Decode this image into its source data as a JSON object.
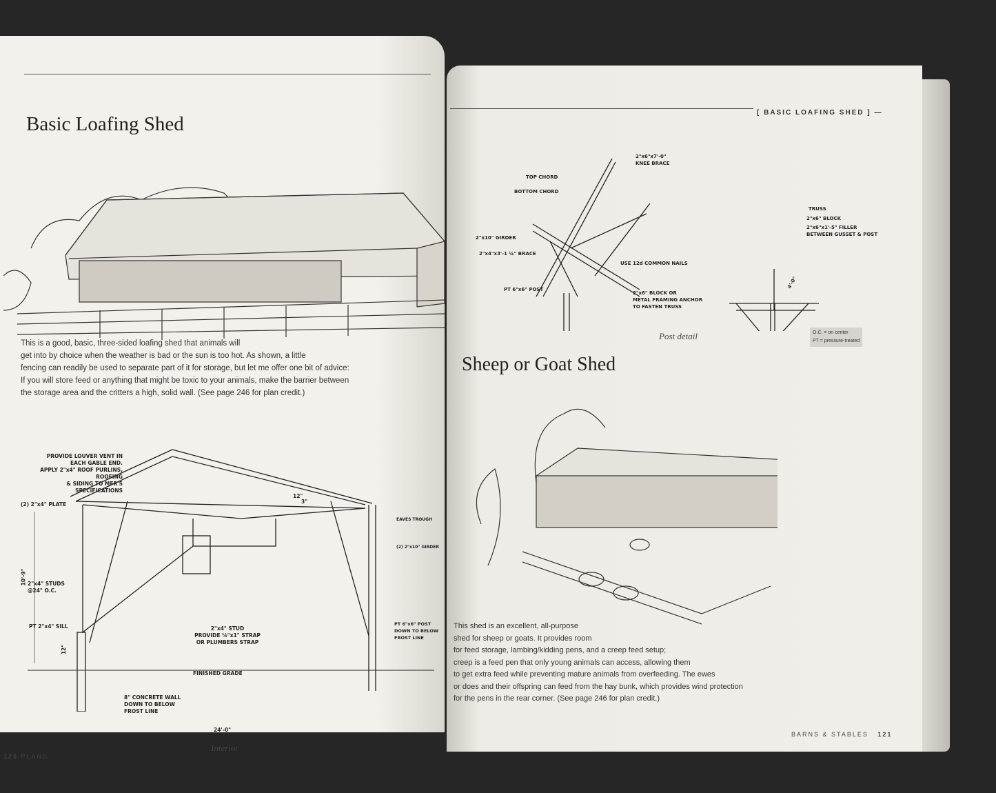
{
  "left_page": {
    "title": "Basic Loafing Shed",
    "body": [
      "This is a good, basic, three-sided loafing shed that animals will",
      "get into by choice when the weather is bad or the sun is too hot. As shown, a little",
      "fencing can readily be used to separate part of it for storage, but let me offer one bit of advice:",
      "If you will store feed or anything that might be toxic to your animals, make the barrier between",
      "the storage area and the critters a high, solid wall. (See page 246 for plan credit.)"
    ],
    "diagram_labels": {
      "louver": [
        "PROVIDE LOUVER VENT IN",
        "EACH GABLE END.",
        "APPLY 2\"x4\" ROOF PURLINS, ROOFING",
        "& SIDING TO MFR'S SPECIFICATIONS"
      ],
      "plate": "(2) 2\"x4\" PLATE",
      "pitch_run": "12\"",
      "pitch_rise": "3\"",
      "eaves": "EAVES TROUGH",
      "girder": "(2) 2\"x10\" GIRDER",
      "studs": [
        "2\"x4\" STUDS",
        "@24\" O.C."
      ],
      "height": "10'-9\"",
      "sill": "PT 2\"x4\" SILL",
      "footing": "12\"",
      "stud_strap": [
        "2\"x4\" STUD",
        "PROVIDE ⅛\"x1\" STRAP",
        "OR PLUMBERS STRAP"
      ],
      "post": [
        "PT 6\"x6\" POST",
        "DOWN TO BELOW",
        "FROST LINE"
      ],
      "grade": "FINISHED GRADE",
      "concrete": [
        "8\" CONCRETE WALL",
        "DOWN TO BELOW",
        "FROST LINE"
      ],
      "width": "24'-0\""
    },
    "caption": "Interior",
    "folio_number": "120",
    "folio_section": "PLANS"
  },
  "right_page": {
    "running_head": "BASIC LOAFING SHED",
    "post_labels": {
      "knee_brace": [
        "2\"x6\"x7'-0\"",
        "KNEE BRACE"
      ],
      "top_chord": "TOP CHORD",
      "bottom_chord": "BOTTOM CHORD",
      "girder": "2\"x10\" GIRDER",
      "brace": "2\"x4\"x3'-1 ¼\" BRACE",
      "nails": "USE 12d COMMON NAILS",
      "post": "PT 6\"x6\" POST",
      "block": [
        "2\"x6\" BLOCK OR",
        "METAL FRAMING ANCHOR",
        "TO FASTEN TRUSS"
      ],
      "truss": "TRUSS",
      "block2": "2\"x6\" BLOCK",
      "filler": [
        "2\"x6\"x1'-5\" FILLER",
        "BETWEEN GUSSET & POST"
      ],
      "dim": "4'-0\""
    },
    "caption": "Post detail",
    "legend": [
      "O.C. = on center",
      "PT = pressure-treated"
    ],
    "title": "Sheep or Goat Shed",
    "body": [
      "This shed is an excellent, all-purpose",
      "shed for sheep or goats. It provides room",
      "for feed storage, lambing/kidding pens, and a creep feed setup;",
      "creep is a feed pen that only young animals can access, allowing them",
      "to get extra feed while preventing mature animals from overfeeding. The ewes",
      "or does and their offspring can feed from the hay bunk, which provides wind protection",
      "for the pens in the rear corner. (See page 246 for plan credit.)"
    ],
    "folio_section": "BARNS & STABLES",
    "folio_number": "121"
  }
}
